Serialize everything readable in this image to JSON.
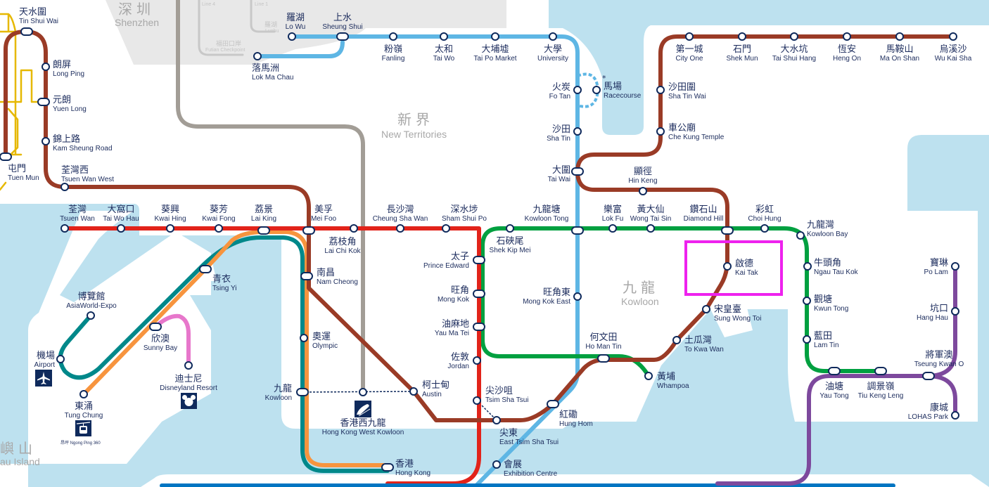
{
  "colors": {
    "water": "#bde1ef",
    "land": "#ffffff",
    "shenzhen": "#e8e8e8",
    "station_stroke": "#0f2a5c",
    "text": "#1b2b5c",
    "highlight": "#ee22ee",
    "tuen_ma": "#9a3b26",
    "tsuen_wan": "#e2231a",
    "kwun_tong": "#00a040",
    "east_rail": "#5eb6e4",
    "tung_chung": "#f7943e",
    "airport_express": "#00888a",
    "disneyland": "#e777cb",
    "island": "#0075c2",
    "tseung_kwan_o": "#7d499d",
    "high_speed_rail": "#a29d96",
    "light_rail": "#e6b800",
    "shenzhen_metro": "#c8c8c8"
  },
  "regions": {
    "shenzhen": {
      "zh": "深圳",
      "en": "Shenzhen"
    },
    "new_territories": {
      "zh": "新界",
      "en": "New Territories"
    },
    "kowloon": {
      "zh": "九龍",
      "en": "Kowloon"
    },
    "lantau": {
      "zh": "嶼山",
      "en": "au Island"
    }
  },
  "shenzhen_labels": {
    "line4": "Line 4",
    "line1": "Line 1",
    "futian_zh": "福田口岸",
    "futian_en": "Futian Checkpoint",
    "luohu_zh": "羅湖",
    "luohu_en": "Luohu"
  },
  "ngong_ping_label": "昂坪 Ngong Ping 360",
  "racecourse_marker": "*",
  "highlight": {
    "station": "Kai Tak"
  },
  "icons": [
    "airport-icon",
    "disneyland-icon",
    "cable-car-icon",
    "high-speed-rail-icon"
  ],
  "stations": [
    {
      "zh": "天水圍",
      "en": "Tin Shui Wai"
    },
    {
      "zh": "朗屏",
      "en": "Long Ping"
    },
    {
      "zh": "元朗",
      "en": "Yuen Long"
    },
    {
      "zh": "錦上路",
      "en": "Kam Sheung Road"
    },
    {
      "zh": "屯門",
      "en": "Tuen Mun"
    },
    {
      "zh": "荃灣西",
      "en": "Tsuen Wan West"
    },
    {
      "zh": "荃灣",
      "en": "Tsuen Wan"
    },
    {
      "zh": "大窩口",
      "en": "Tai Wo Hau"
    },
    {
      "zh": "葵興",
      "en": "Kwai Hing"
    },
    {
      "zh": "葵芳",
      "en": "Kwai Fong"
    },
    {
      "zh": "荔景",
      "en": "Lai King"
    },
    {
      "zh": "美孚",
      "en": "Mei Foo"
    },
    {
      "zh": "荔枝角",
      "en": "Lai Chi Kok"
    },
    {
      "zh": "長沙灣",
      "en": "Cheung Sha Wan"
    },
    {
      "zh": "深水埗",
      "en": "Sham Shui Po"
    },
    {
      "zh": "南昌",
      "en": "Nam Cheong"
    },
    {
      "zh": "太子",
      "en": "Prince Edward"
    },
    {
      "zh": "旺角",
      "en": "Mong Kok"
    },
    {
      "zh": "油麻地",
      "en": "Yau Ma Tei"
    },
    {
      "zh": "佐敦",
      "en": "Jordan"
    },
    {
      "zh": "尖沙咀",
      "en": "Tsim Sha Tsui"
    },
    {
      "zh": "尖東",
      "en": "East Tsim Sha Tsui"
    },
    {
      "zh": "柯士甸",
      "en": "Austin"
    },
    {
      "zh": "九龍",
      "en": "Kowloon"
    },
    {
      "zh": "奧運",
      "en": "Olympic"
    },
    {
      "zh": "香港",
      "en": "Hong Kong"
    },
    {
      "zh": "會展",
      "en": "Exhibition Centre"
    },
    {
      "zh": "紅磡",
      "en": "Hung Hom"
    },
    {
      "zh": "何文田",
      "en": "Ho Man Tin"
    },
    {
      "zh": "黃埔",
      "en": "Whampoa"
    },
    {
      "zh": "土瓜灣",
      "en": "To Kwa Wan"
    },
    {
      "zh": "宋皇臺",
      "en": "Sung Wong Toi"
    },
    {
      "zh": "啟德",
      "en": "Kai Tak"
    },
    {
      "zh": "鑽石山",
      "en": "Diamond Hill"
    },
    {
      "zh": "彩虹",
      "en": "Choi Hung"
    },
    {
      "zh": "九龍灣",
      "en": "Kowloon Bay"
    },
    {
      "zh": "牛頭角",
      "en": "Ngau Tau Kok"
    },
    {
      "zh": "觀塘",
      "en": "Kwun Tong"
    },
    {
      "zh": "藍田",
      "en": "Lam Tin"
    },
    {
      "zh": "油塘",
      "en": "Yau Tong"
    },
    {
      "zh": "調景嶺",
      "en": "Tiu Keng Leng"
    },
    {
      "zh": "將軍澳",
      "en": "Tseung Kwan O"
    },
    {
      "zh": "寶琳",
      "en": "Po Lam"
    },
    {
      "zh": "坑口",
      "en": "Hang Hau"
    },
    {
      "zh": "康城",
      "en": "LOHAS Park"
    },
    {
      "zh": "黃大仙",
      "en": "Wong Tai Sin"
    },
    {
      "zh": "樂富",
      "en": "Lok Fu"
    },
    {
      "zh": "九龍塘",
      "en": "Kowloon Tong"
    },
    {
      "zh": "石硤尾",
      "en": "Shek Kip Mei"
    },
    {
      "zh": "旺角東",
      "en": "Mong Kok East"
    },
    {
      "zh": "顯徑",
      "en": "Hin Keng"
    },
    {
      "zh": "大圍",
      "en": "Tai Wai"
    },
    {
      "zh": "沙田",
      "en": "Sha Tin"
    },
    {
      "zh": "火炭",
      "en": "Fo Tan"
    },
    {
      "zh": "馬場",
      "en": "Racecourse"
    },
    {
      "zh": "大學",
      "en": "University"
    },
    {
      "zh": "大埔墟",
      "en": "Tai Po Market"
    },
    {
      "zh": "太和",
      "en": "Tai Wo"
    },
    {
      "zh": "粉嶺",
      "en": "Fanling"
    },
    {
      "zh": "上水",
      "en": "Sheung Shui"
    },
    {
      "zh": "羅湖",
      "en": "Lo Wu"
    },
    {
      "zh": "落馬洲",
      "en": "Lok Ma Chau"
    },
    {
      "zh": "車公廟",
      "en": "Che Kung Temple"
    },
    {
      "zh": "沙田圍",
      "en": "Sha Tin Wai"
    },
    {
      "zh": "第一城",
      "en": "City One"
    },
    {
      "zh": "石門",
      "en": "Shek Mun"
    },
    {
      "zh": "大水坑",
      "en": "Tai Shui Hang"
    },
    {
      "zh": "恆安",
      "en": "Heng On"
    },
    {
      "zh": "馬鞍山",
      "en": "Ma On Shan"
    },
    {
      "zh": "烏溪沙",
      "en": "Wu Kai Sha"
    },
    {
      "zh": "青衣",
      "en": "Tsing Yi"
    },
    {
      "zh": "欣澳",
      "en": "Sunny Bay"
    },
    {
      "zh": "博覽館",
      "en": "AsiaWorld-Expo"
    },
    {
      "zh": "機場",
      "en": "Airport"
    },
    {
      "zh": "東涌",
      "en": "Tung Chung"
    },
    {
      "zh": "迪士尼",
      "en": "Disneyland Resort"
    },
    {
      "zh": "香港西九龍",
      "en": "Hong Kong West Kowloon"
    }
  ]
}
